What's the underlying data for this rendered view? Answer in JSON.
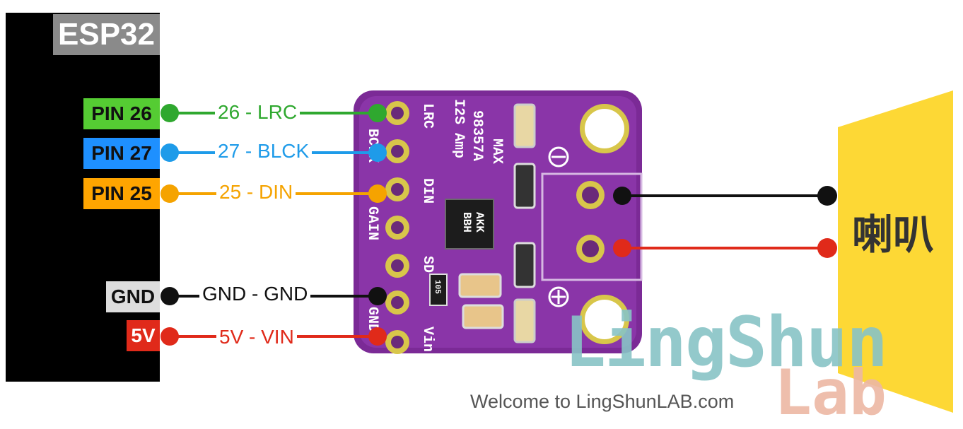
{
  "esp32": {
    "title": "ESP32",
    "pins": [
      {
        "label": "PIN 26",
        "color": "#55cc33"
      },
      {
        "label": "PIN 27",
        "color": "#1e90ff"
      },
      {
        "label": "PIN 25",
        "color": "#ffa500"
      },
      {
        "label": "GND",
        "color": "#dddddd"
      },
      {
        "label": "5V",
        "color": "#e02a1a"
      }
    ]
  },
  "wires": [
    {
      "label": "26 - LRC",
      "color": "#2fa82f"
    },
    {
      "label": "27 - BLCK",
      "color": "#1e9be9"
    },
    {
      "label": "25 - DIN",
      "color": "#f5a300"
    },
    {
      "label": "GND - GND",
      "color": "#111111"
    },
    {
      "label": "5V - VIN",
      "color": "#e02a1a"
    }
  ],
  "board": {
    "chip_label": [
      "AKK",
      "BBH"
    ],
    "silkscreen_title": [
      "MAX",
      "98357A",
      "I2S Amp"
    ],
    "pin_labels": [
      "LRC",
      "BCLK",
      "DIN",
      "GAIN",
      "SD",
      "GND",
      "Vin"
    ],
    "resistor_code": "105",
    "color": "#7b2a96"
  },
  "speaker": {
    "label": "喇叭",
    "color": "#fdd835"
  },
  "watermark": {
    "text": "Welcome to LingShunLAB.com",
    "logo_line1": "LingShun",
    "logo_line2": "Lab"
  }
}
